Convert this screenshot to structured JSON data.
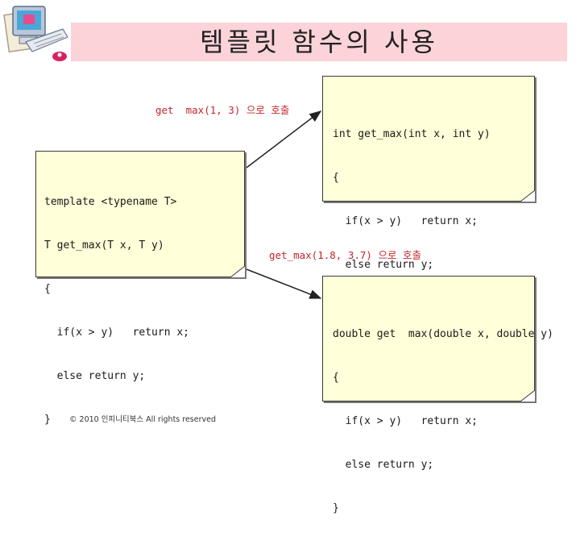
{
  "title": "템플릿 함수의 사용",
  "template_box": {
    "lines": [
      "template <typename T>",
      "T get_max(T x, T y)",
      "{",
      "  if(x > y)   return x;",
      "  else return y;",
      "}"
    ]
  },
  "int_box": {
    "lines": [
      "int get_max(int x, int y)",
      "{",
      "  if(x > y)   return x;",
      "  else return y;",
      "}"
    ]
  },
  "double_box": {
    "lines": [
      "double get  max(double x, double y)",
      "{",
      "  if(x > y)   return x;",
      "  else return y;",
      "}"
    ]
  },
  "call_int_label": "get  max(1, 3) 으로 호출",
  "call_double_label": "get_max(1.8, 3.7) 으로 호출",
  "footer": "© 2010 인피니티북스  All rights reserved",
  "colors": {
    "note_bg": "#ffffd9",
    "label": "#c0262c",
    "title_band": "#fbd3d8"
  },
  "icons": [
    "computer-logo-icon"
  ]
}
